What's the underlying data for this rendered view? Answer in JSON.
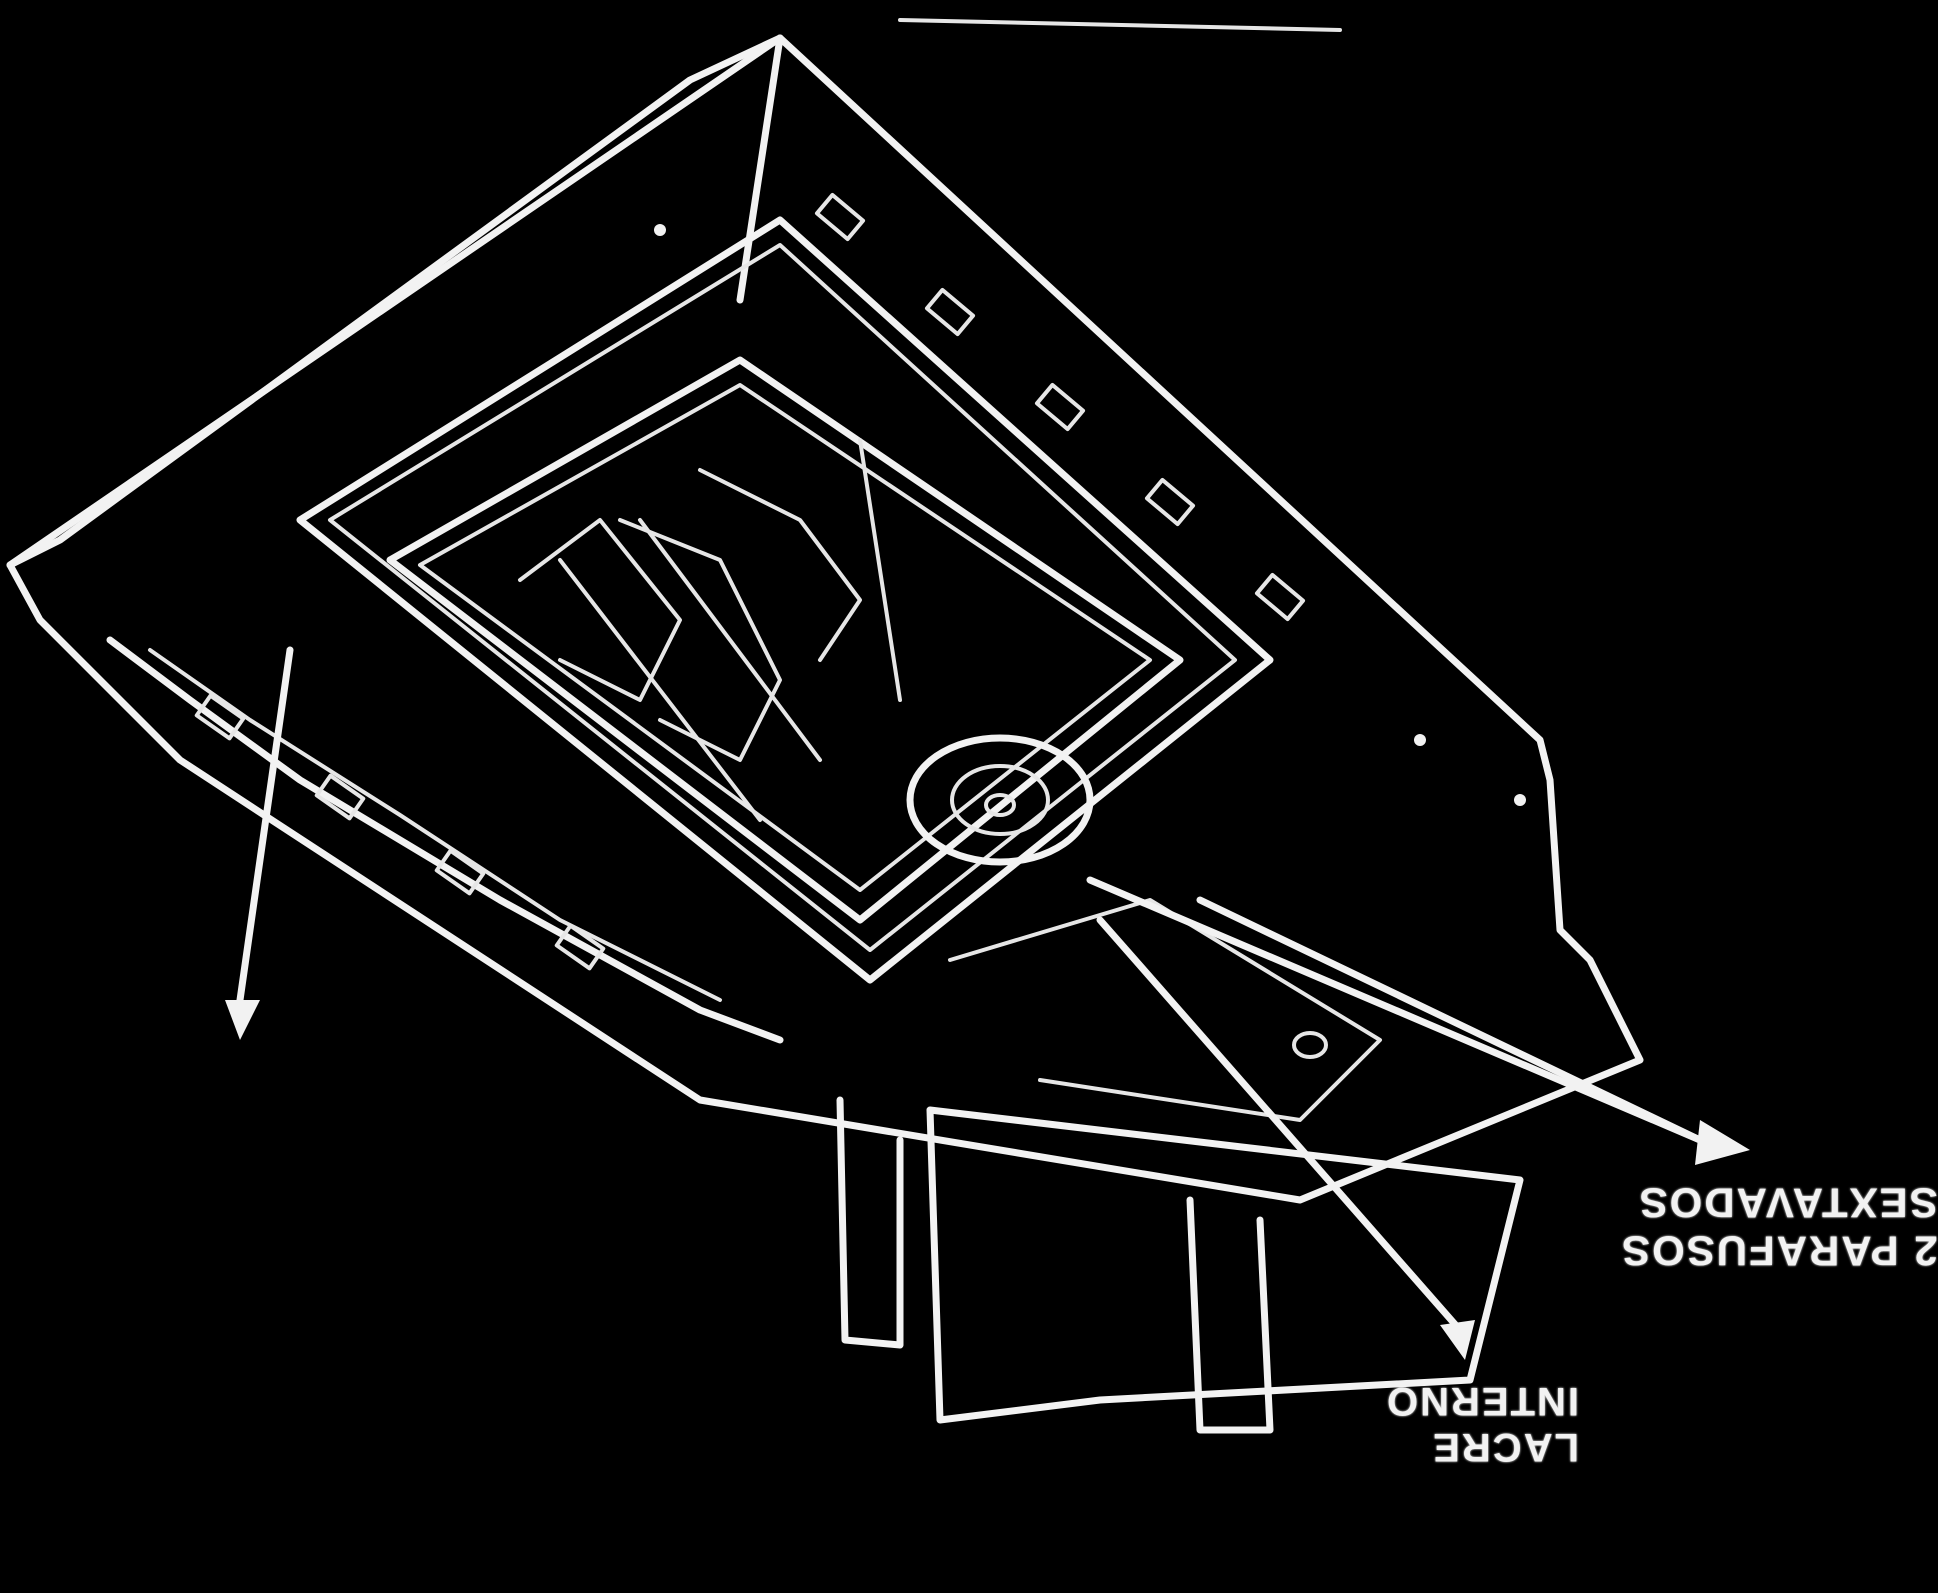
{
  "diagram": {
    "callouts": [
      {
        "id": "screws",
        "lines": [
          "2 PARAFUSOS",
          "SEXTAVADOS"
        ]
      },
      {
        "id": "seal",
        "lines": [
          "LACRE",
          "INTERNO"
        ]
      }
    ]
  },
  "colors": {
    "background": "#000000",
    "line": "#f2f2f2"
  }
}
